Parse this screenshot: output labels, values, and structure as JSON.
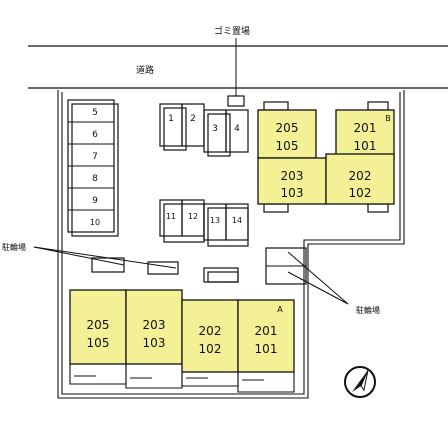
{
  "labels": {
    "garbage": "ゴミ置場",
    "road": "道路",
    "bike_left": "駐輪場",
    "bike_right": "駐輪場"
  },
  "parking_left": [
    "5",
    "6",
    "7",
    "8",
    "9",
    "10"
  ],
  "parking_top": [
    "1",
    "2",
    "3",
    "4"
  ],
  "parking_mid": [
    "11",
    "12",
    "13",
    "14"
  ],
  "building_b": {
    "name": "B",
    "units": [
      {
        "upper": "205",
        "lower": "105"
      },
      {
        "upper": "201",
        "lower": "101"
      },
      {
        "upper": "203",
        "lower": "103"
      },
      {
        "upper": "202",
        "lower": "102"
      }
    ]
  },
  "building_a": {
    "name": "A",
    "units": [
      {
        "upper": "205",
        "lower": "105"
      },
      {
        "upper": "203",
        "lower": "103"
      },
      {
        "upper": "202",
        "lower": "102"
      },
      {
        "upper": "201",
        "lower": "101"
      }
    ]
  },
  "colors": {
    "building_fill": "#f3f096",
    "line": "#111111"
  },
  "icons": {
    "north": "north-arrow-icon"
  }
}
